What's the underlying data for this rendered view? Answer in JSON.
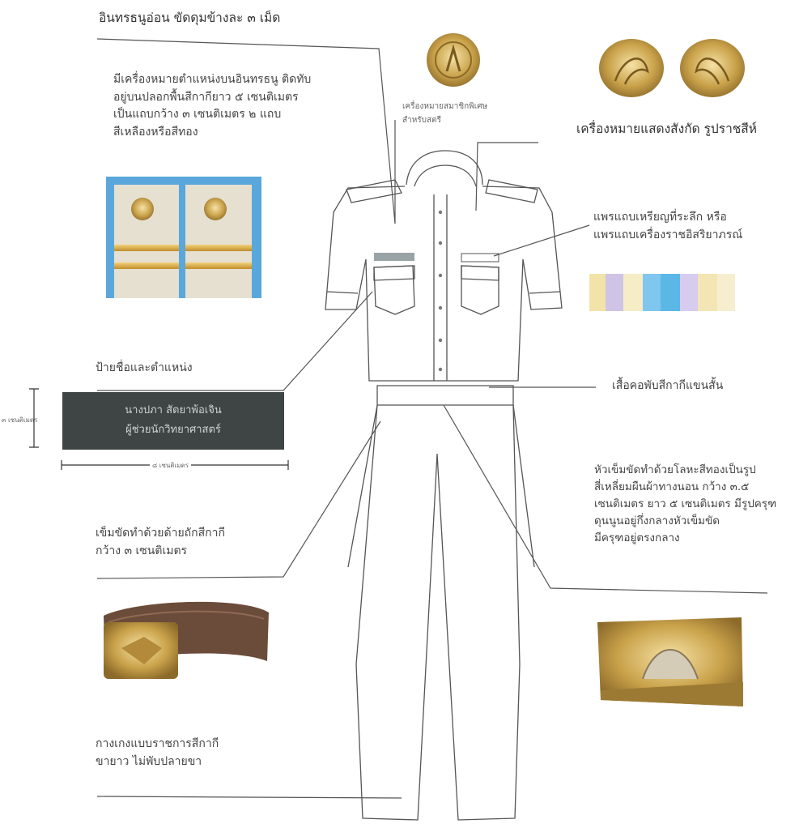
{
  "labels": {
    "buttons": "อินทรธนูอ่อน ขัดดุมข้างละ ๓ เม็ด",
    "shoulder_insignia": "มีเครื่องหมายตำแหน่งบนอินทรธนู ติดทับ\nอยู่บนปลอกพื้นสีกากียาว ๕ เซนติเมตร\nเป็นแถบกว้าง ๓ เซนติเมตร ๒ แถบ\nสีเหลืองหรือสีทอง",
    "special_insignia": "เครื่องหมายสมาชิกพิเศษ\nสำหรับสตรี",
    "lion_insignia": "เครื่องหมายแสดงสังกัด รูปราชสีห์",
    "ribbons": "แพรแถบเหรียญที่ระลึก หรือ\nแพรแถบเครื่องราชอิสริยาภรณ์",
    "nameplate_title": "ป้ายชื่อและตำแหน่ง",
    "shirt": "เสื้อคอพับสีกากีแขนสั้น",
    "buckle_desc": "หัวเข็มขัดทำด้วยโลหะสีทองเป็นรูป\nสี่เหลี่ยมผืนผ้าทางนอน กว้าง ๓.๕\nเซนติเมตร ยาว ๕ เซนติเมตร มีรูปครุฑ\nดุนนูนอยู่กึ่งกลางหัวเข็มขัด\nมีครุฑอยู่ตรงกลาง",
    "belt": "เข็มขัดทำด้วยด้ายถักสีกากี\nกว้าง ๓ เซนติเมตร",
    "trousers": "กางเกงแบบราชการสีกากี\nขายาว ไม่พับปลายขา"
  },
  "nameplate": {
    "line1": "นางปภา สัตยาพ้อเจิน",
    "line2": "ผู้ช่วยนักวิทยาศาสตร์",
    "height_label": "๓ เซนติเมตร",
    "width_label": "๘ เซนติเมตร"
  },
  "colors": {
    "line": "#555555",
    "gold": "#c9a24a",
    "plate": "#3e4544",
    "epaulet_bg": "#5aa7dc"
  }
}
